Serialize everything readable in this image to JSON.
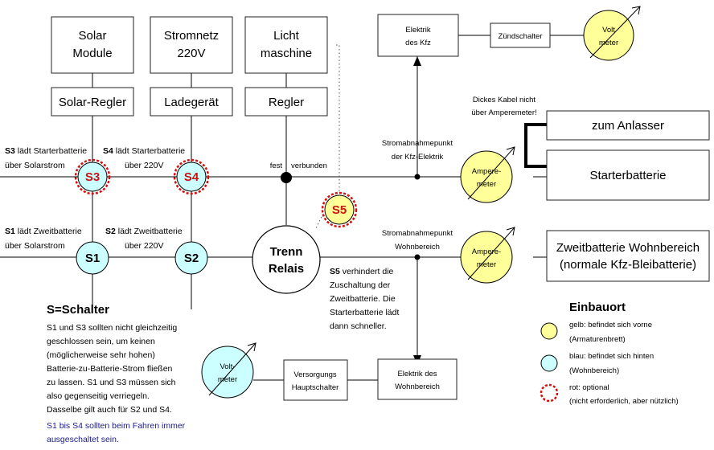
{
  "sources": {
    "solar_l1": "Solar",
    "solar_l2": "Module",
    "grid_l1": "Stromnetz",
    "grid_l2": "220V",
    "alternator_l1": "Licht",
    "alternator_l2": "maschine"
  },
  "regulators": {
    "solar": "Solar-Regler",
    "charger": "Ladegerät",
    "regulator": "Regler"
  },
  "top_right": {
    "vehicle_l1": "Elektrik",
    "vehicle_l2": "des Kfz",
    "ignition": "Zündschalter",
    "voltmeter_l1": "Volt",
    "voltmeter_l2": "meter"
  },
  "cable_note": {
    "l1": "Dickes Kabel nicht",
    "l2": "über Amperemeter!"
  },
  "batteries": {
    "starter_label": "zum Anlasser",
    "starter": "Starterbatterie",
    "second_l1": "Zweitbatterie Wohnbereich",
    "second_l2": "(normale Kfz-Bleibatterie)"
  },
  "ammeter": {
    "l1": "Ampere-",
    "l2": "meter"
  },
  "tap_points": {
    "vehicle_l1": "Stromabnahmepunkt",
    "vehicle_l2": "der Kfz-Elektrik",
    "living_l1": "Stromabnahmepunkt",
    "living_l2": "Wohnbereich"
  },
  "junction": {
    "fest": "fest",
    "verbunden": "verbunden"
  },
  "switches": {
    "s1": "S1",
    "s2": "S2",
    "s3": "S3",
    "s4": "S4",
    "s5": "S5"
  },
  "switch_notes": {
    "s3_code": "S3",
    "s3_l1": " lädt Starterbatterie",
    "s3_l2": "über Solarstrom",
    "s4_code": "S4",
    "s4_l1": " lädt Starterbatterie",
    "s4_l2": "über 220V",
    "s1_code": "S1",
    "s1_l1": " lädt Zweitbatterie",
    "s1_l2": "über Solarstrom",
    "s2_code": "S2",
    "s2_l1": " lädt Zweitbatterie",
    "s2_l2": "über 220V"
  },
  "relay": {
    "l1": "Trenn",
    "l2": "Relais"
  },
  "s5_note": {
    "code": "S5",
    "l1": " verhindert die",
    "l2": "Zuschaltung der",
    "l3": "Zweitbatterie. Die",
    "l4": "Starterbatterie lädt",
    "l5": "dann schneller."
  },
  "legend_switch": {
    "heading": "S=Schalter",
    "lines": [
      "S1 und S3 sollten nicht gleichzeitig",
      "geschlossen sein, um keinen",
      "(möglicherweise sehr hohen)",
      "Batterie-zu-Batterie-Strom fließen",
      "zu lassen. S1 und S3 müssen sich",
      "also gegenseitig verriegeln.",
      "Dasselbe gilt auch für S2 und S4."
    ],
    "blue_lines": [
      "S1 bis S4 sollten beim Fahren immer",
      "ausgeschaltet sein."
    ]
  },
  "bottom": {
    "voltmeter_l1": "Volt-",
    "voltmeter_l2": "meter",
    "main_switch_l1": "Versorgungs",
    "main_switch_l2": "Hauptschalter",
    "living_elec_l1": "Elektrik des",
    "living_elec_l2": "Wohnbereich"
  },
  "legend_location": {
    "heading": "Einbauort",
    "yellow_l1": "gelb: befindet sich vorne",
    "yellow_l2": "(Armaturenbrett)",
    "cyan_l1": "blau: befindet sich hinten",
    "cyan_l2": "(Wohnbereich)",
    "red_l1": "rot: optional",
    "red_l2": "(nicht erforderlich, aber nützlich)"
  },
  "colors": {
    "front_yellow": "#ffff99",
    "rear_cyan": "#ccffff",
    "optional_red": "#d41010",
    "note_blue": "#1a1a8c"
  }
}
